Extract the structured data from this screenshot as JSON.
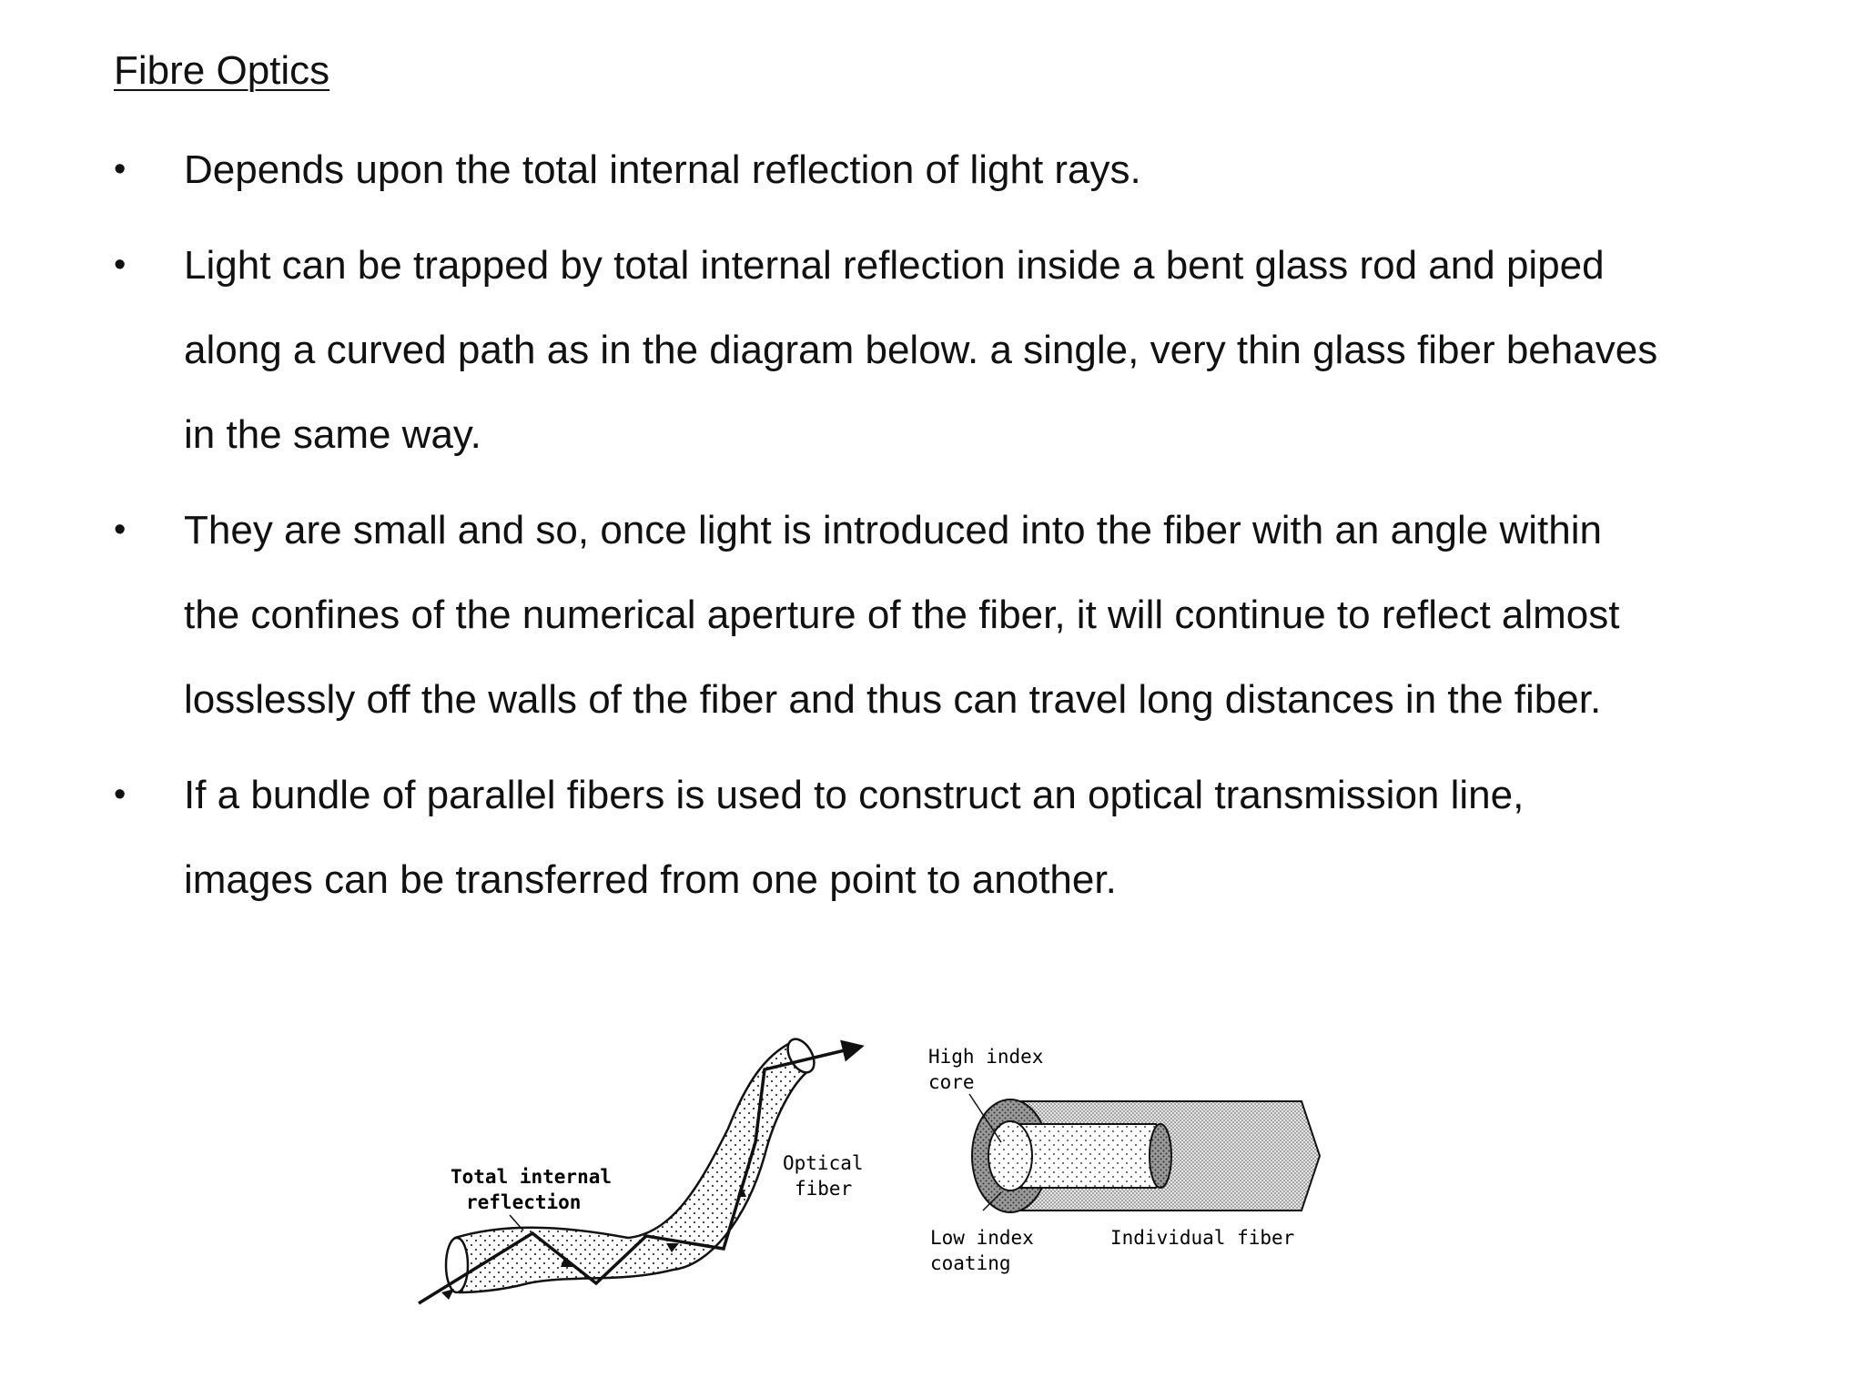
{
  "title": "Fibre Optics",
  "bullets": [
    {
      "mark": "•",
      "text": "Depends upon the total internal reflection of light rays."
    },
    {
      "mark": "•",
      "text": "Light can be trapped by total internal reflection inside a bent glass rod and piped along a curved path as in the diagram below.  a single, very thin glass fiber behaves in the same way."
    },
    {
      "mark": "•",
      "text": "They are small and so, once light is introduced into the fiber with an angle within the confines of the numerical aperture of the fiber, it will continue to reflect almost losslessly off the walls of the fiber and thus can travel long distances in the fiber."
    },
    {
      "mark": "•",
      "text": "If a bundle of parallel fibers is used to construct an optical transmission line, images can be transferred from one point to another."
    }
  ],
  "diagram_left": {
    "label_tir_line1": "Total internal",
    "label_tir_line2": "reflection",
    "label_fiber_line1": "Optical",
    "label_fiber_line2": "fiber"
  },
  "diagram_right": {
    "label_core_line1": "High index",
    "label_core_line2": "core",
    "label_coating_line1": "Low index",
    "label_coating_line2": "coating",
    "label_individual": "Individual fiber"
  }
}
